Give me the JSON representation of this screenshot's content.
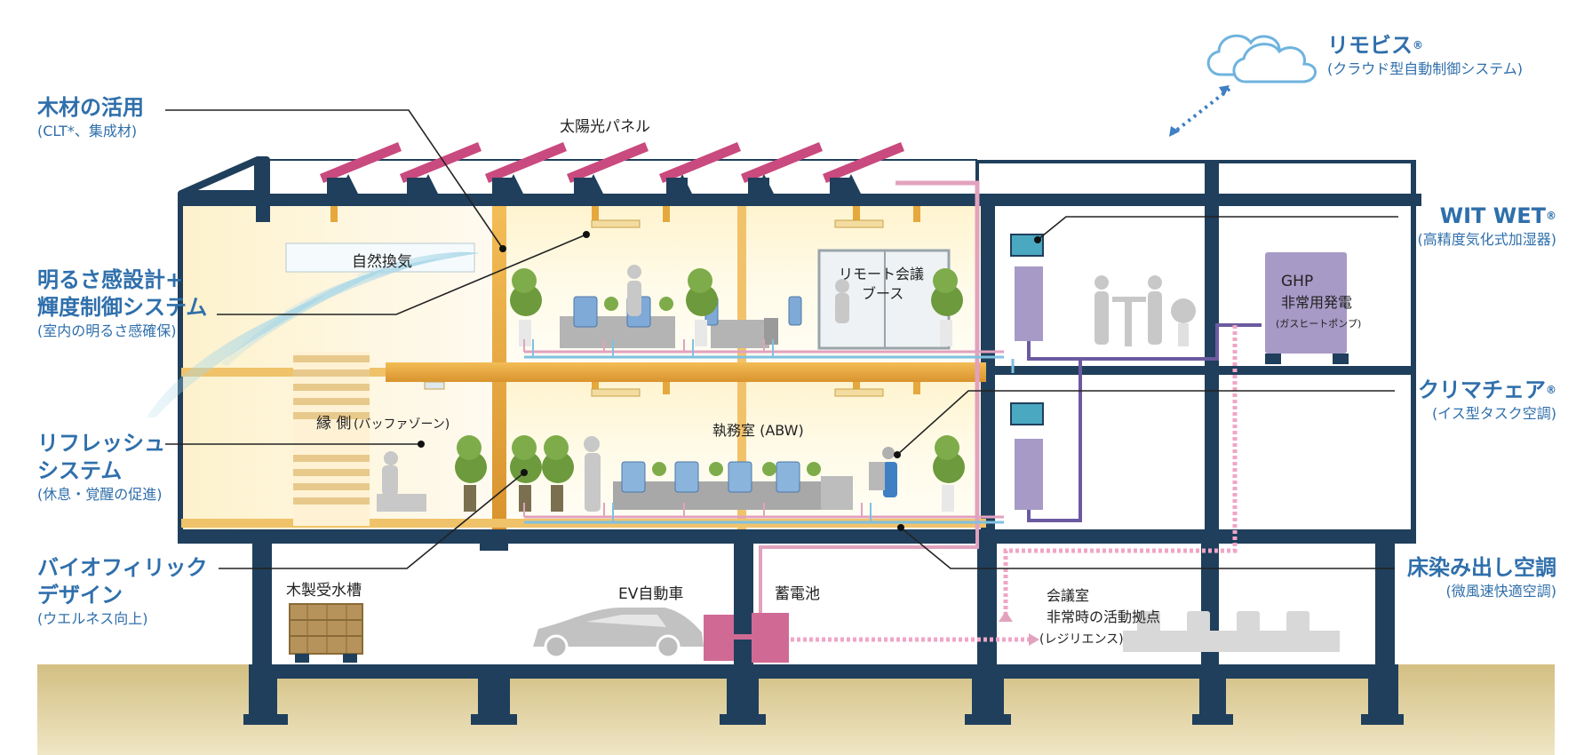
{
  "callouts": {
    "wood": {
      "title": "木材の活用",
      "sub": "(CLT*、集成材)"
    },
    "brightness": {
      "title1": "明るさ感設計+",
      "title2": "輝度制御システム",
      "sub": "(室内の明るさ感確保)"
    },
    "refresh": {
      "title1": "リフレッシュ",
      "title2": "システム",
      "sub": "(休息・覚醒の促進)"
    },
    "biophilic": {
      "title1": "バイオフィリック",
      "title2": "デザイン",
      "sub": "(ウエルネス向上)"
    },
    "remobis": {
      "title": "リモビス",
      "reg": "®",
      "sub": "(クラウド型自動制御システム)"
    },
    "witwet": {
      "title": "WIT WET",
      "reg": "®",
      "sub": "(高精度気化式加湿器)"
    },
    "klimachair": {
      "title": "クリマチェア",
      "reg": "®",
      "sub": "(イス型タスク空調)"
    },
    "floor": {
      "title": "床染み出し空調",
      "sub": "(微風速快適空調)"
    }
  },
  "labels": {
    "solar": "太陽光パネル",
    "ventilation": "自然換気",
    "remote1": "リモート会議",
    "remote2": "ブース",
    "engawa": "縁 側",
    "buffer": "(バッファゾーン)",
    "office": "執務室 (ABW)",
    "ghp1": "GHP",
    "ghp2": "非常用発電",
    "ghp3": "(ガスヒートポンプ)",
    "tank": "木製受水槽",
    "ev": "EV自動車",
    "battery": "蓄電池",
    "meeting1": "会議室",
    "meeting2": "非常時の活動拠点",
    "meeting3": "(レジリエンス)"
  },
  "colors": {
    "callout": "#2f6fab",
    "structure": "#1f3f5c",
    "solar_panel": "#c94a7e",
    "timber": "#e6a83c",
    "ground": "#d8c68a",
    "pipe_pink": "#e2a2bd",
    "pipe_purple": "#6b5aa0",
    "pipe_blue": "#7ec1e0",
    "unit_purple": "#a79ac6",
    "unit_teal": "#4aa8c0",
    "gray_figure": "#c4c4c4",
    "plant": "#6c9a3c"
  }
}
